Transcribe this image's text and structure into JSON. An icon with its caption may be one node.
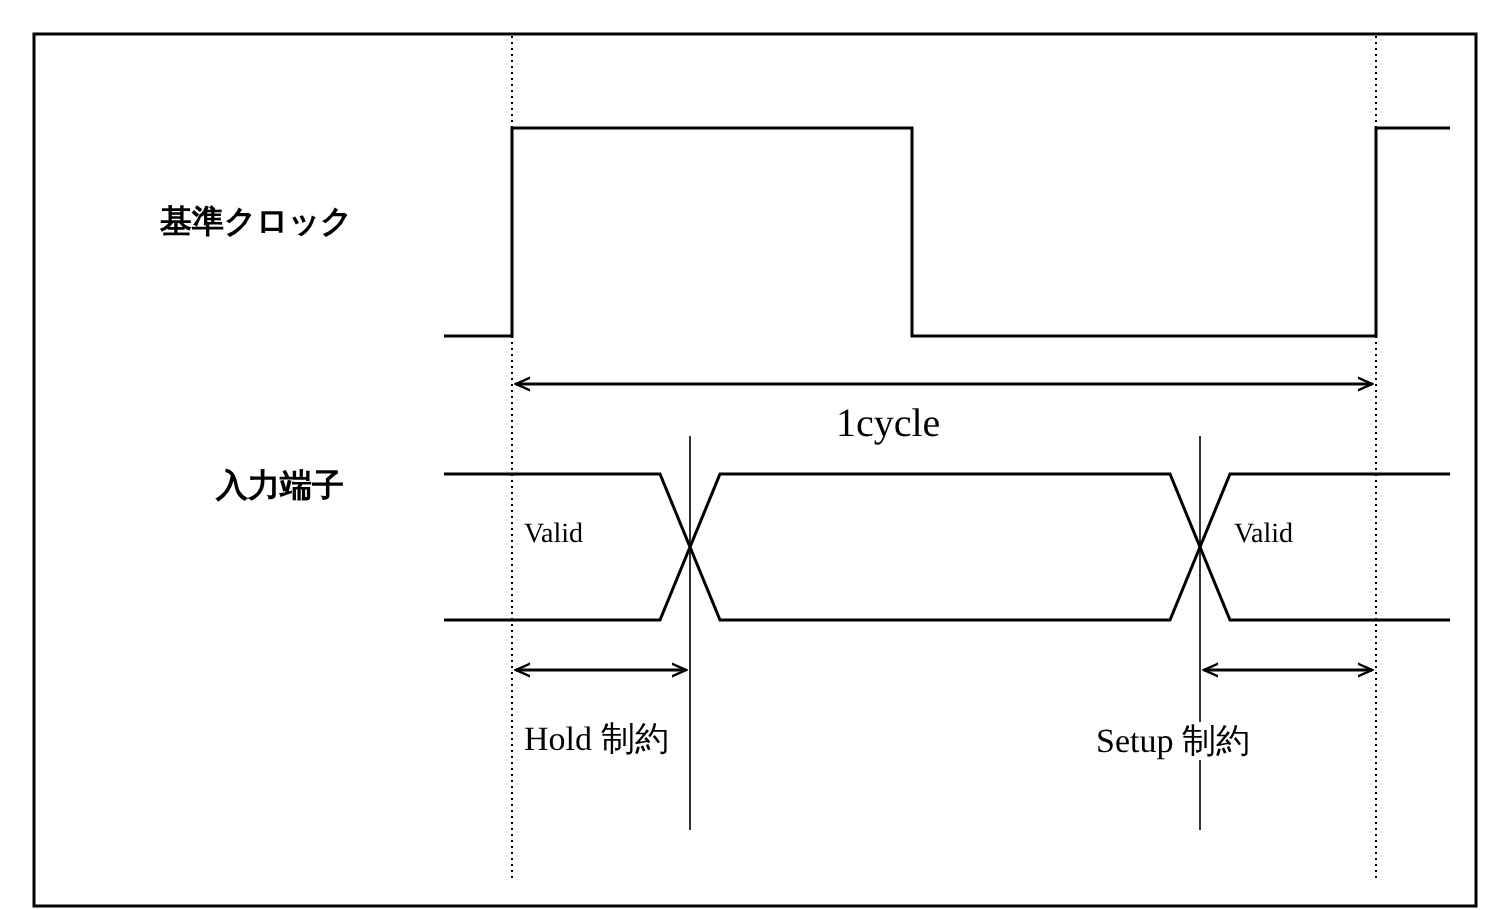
{
  "diagram": {
    "labels": [
      "基準クロック",
      "1cycle",
      "入力端子",
      "Valid",
      "Valid",
      "Hold 制約",
      "Setup 制約"
    ]
  }
}
